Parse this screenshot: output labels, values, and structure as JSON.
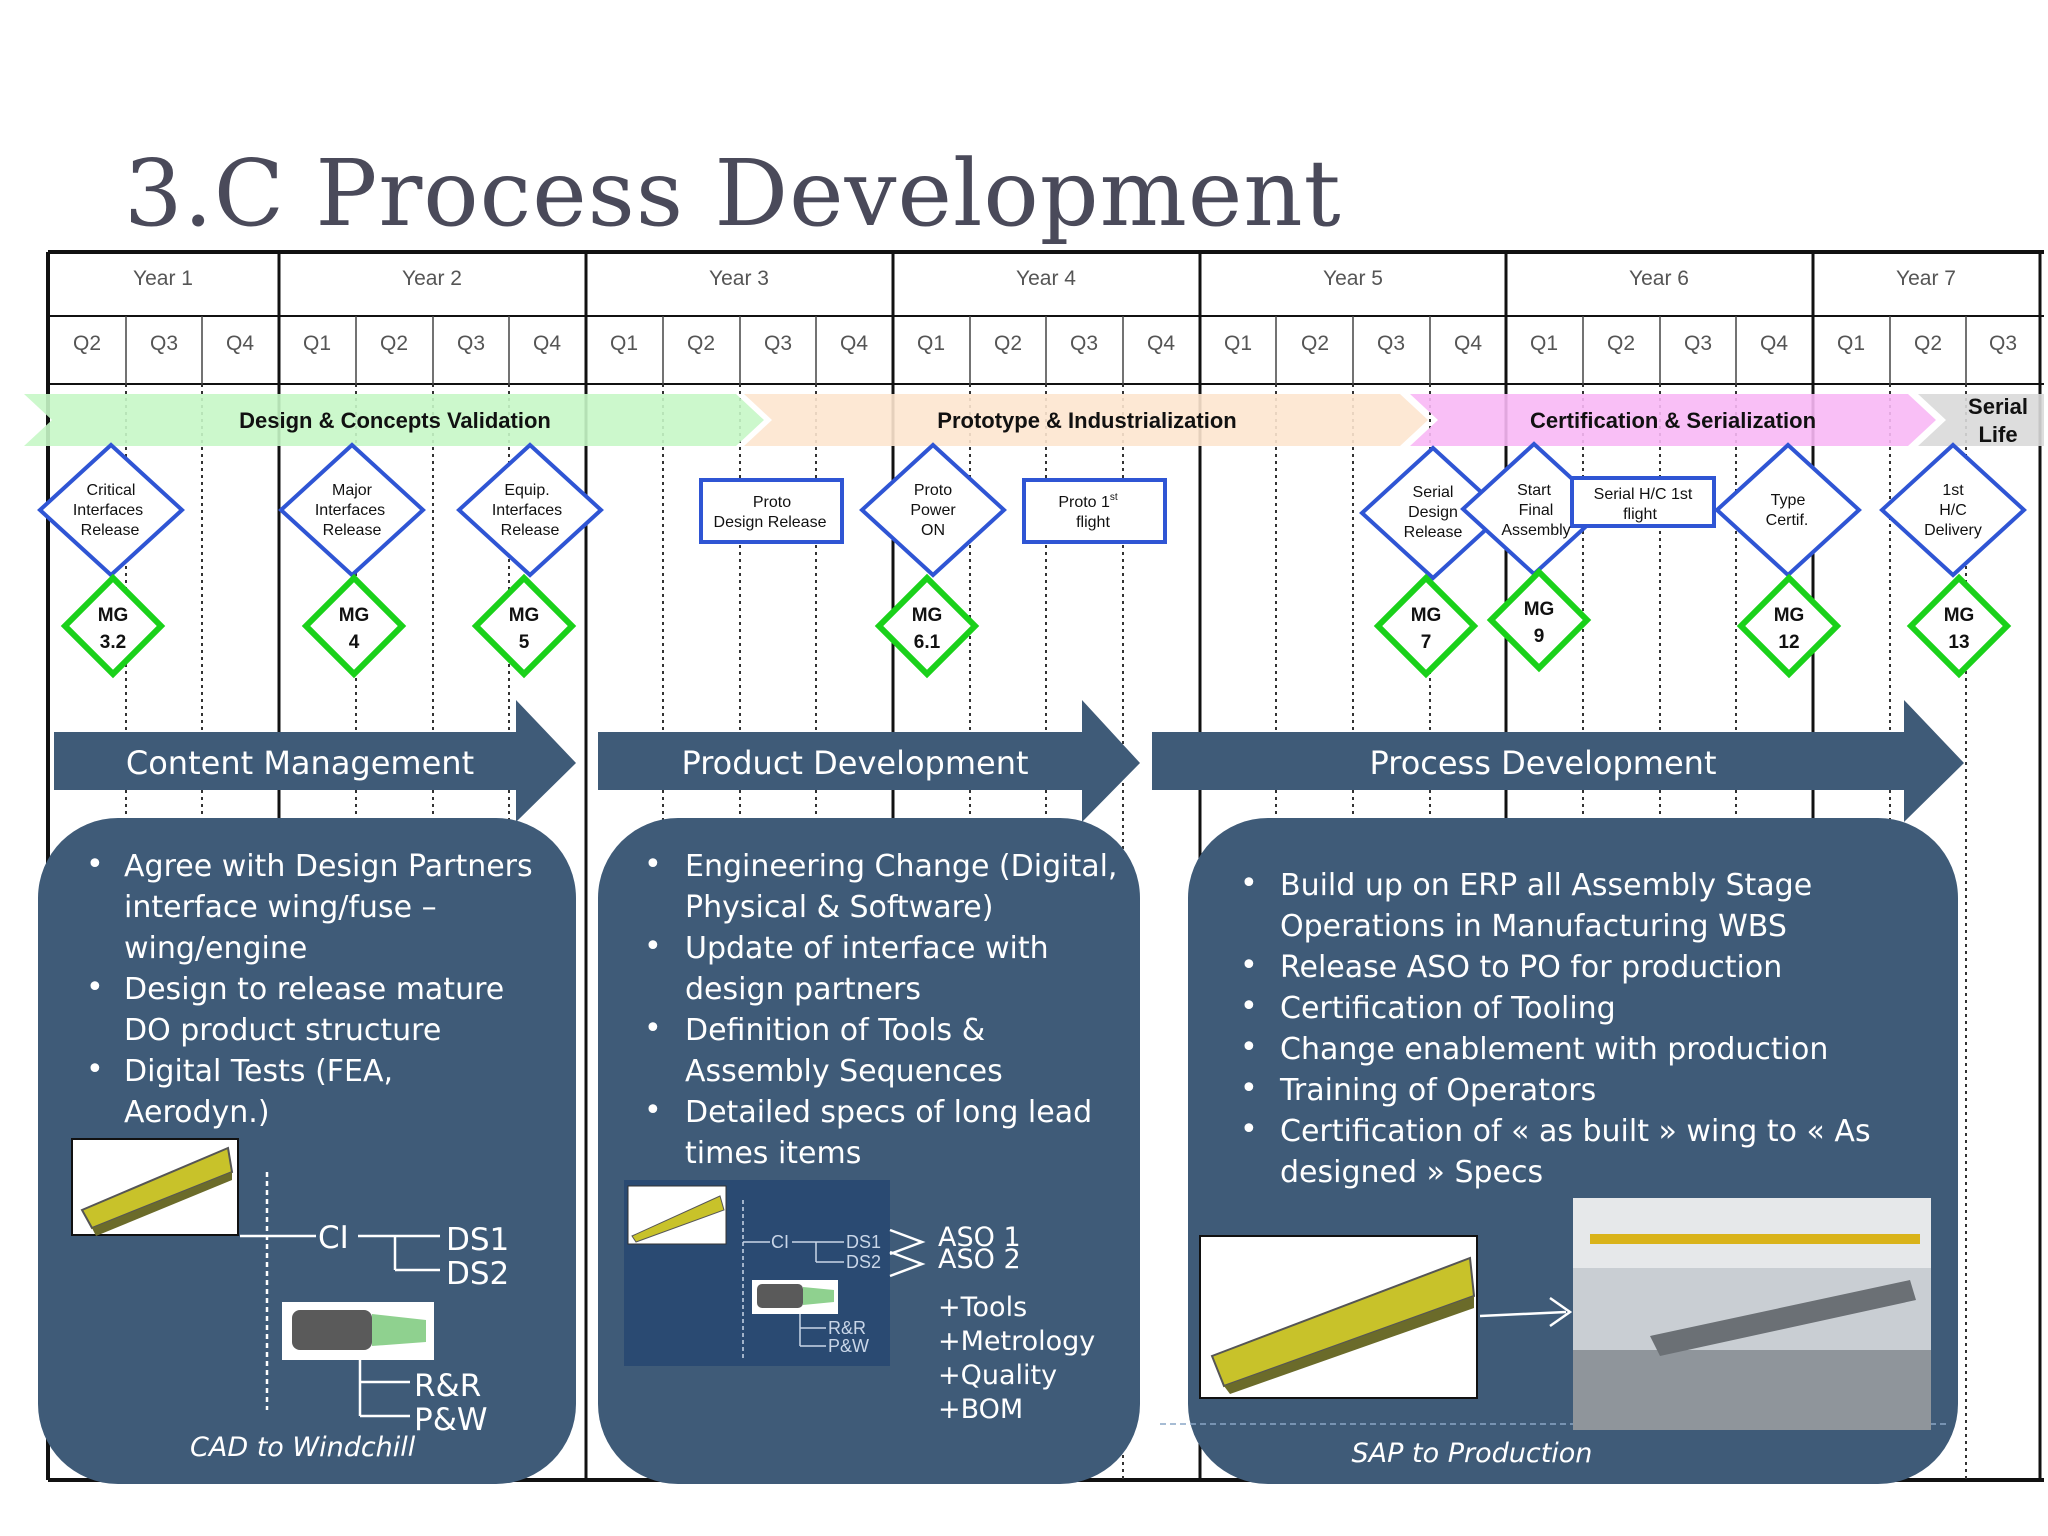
{
  "title": "3.C Process Development",
  "years": [
    "Year 1",
    "Year 2",
    "Year 3",
    "Year 4",
    "Year 5",
    "Year 6",
    "Year 7"
  ],
  "quarters": [
    "Q2",
    "Q3",
    "Q4",
    "Q1",
    "Q2",
    "Q3",
    "Q4",
    "Q1",
    "Q2",
    "Q3",
    "Q4",
    "Q1",
    "Q2",
    "Q3",
    "Q4",
    "Q1",
    "Q2",
    "Q3",
    "Q4",
    "Q1",
    "Q2",
    "Q3",
    "Q4",
    "Q1",
    "Q2",
    "Q3"
  ],
  "phases": {
    "design": "Design & Concepts Validation",
    "prototype": "Prototype & Industrialization",
    "certification": "Certification & Serialization",
    "serial_l1": "Serial",
    "serial_l2": "Life"
  },
  "milestones": {
    "critical": [
      "Critical",
      "Interfaces",
      "Release"
    ],
    "major": [
      "Major",
      "Interfaces",
      "Release"
    ],
    "equip": [
      "Equip.",
      "Interfaces",
      "Release"
    ],
    "proto_design": [
      "Proto",
      "Design Release"
    ],
    "proto_power": [
      "Proto",
      "Power",
      "ON"
    ],
    "proto_flight": [
      "Proto 1",
      "st",
      "flight"
    ],
    "serial_design": [
      "Serial",
      "Design",
      "Release"
    ],
    "start_final": [
      "Start",
      "Final",
      "Assembly"
    ],
    "serial_hc": [
      "Serial H/C 1st",
      "flight"
    ],
    "type_certif": [
      "Type",
      "Certif."
    ],
    "first_hc": [
      "1st",
      "H/C",
      "Delivery"
    ]
  },
  "gates": [
    {
      "l1": "MG",
      "l2": "3.2"
    },
    {
      "l1": "MG",
      "l2": "4"
    },
    {
      "l1": "MG",
      "l2": "5"
    },
    {
      "l1": "MG",
      "l2": "6.1"
    },
    {
      "l1": "MG",
      "l2": "7"
    },
    {
      "l1": "MG",
      "l2": "9"
    },
    {
      "l1": "MG",
      "l2": "12"
    },
    {
      "l1": "MG",
      "l2": "13"
    }
  ],
  "streams": {
    "content": "Content Management",
    "product": "Product Development",
    "process": "Process Development"
  },
  "content_bullets": [
    [
      "Agree with Design Partners",
      "interface wing/fuse –",
      "wing/engine"
    ],
    [
      "Design to release mature",
      "DO product structure"
    ],
    [
      "Digital Tests (FEA,",
      "Aerodyn.)"
    ]
  ],
  "product_bullets": [
    [
      "Engineering Change (Digital,",
      "Physical & Software)"
    ],
    [
      "Update of interface with",
      "design partners"
    ],
    [
      "Definition of Tools &",
      "Assembly Sequences"
    ],
    [
      "Detailed specs of long lead",
      "times items"
    ]
  ],
  "process_bullets": [
    [
      "Build up on ERP all Assembly Stage",
      "Operations in Manufacturing WBS"
    ],
    [
      "Release ASO to PO for production"
    ],
    [
      "Certification of Tooling"
    ],
    [
      "Change enablement with production"
    ],
    [
      "Training of Operators"
    ],
    [
      "Certification of « as built » wing to « As",
      "designed » Specs"
    ]
  ],
  "content_tree": {
    "ci": "CI",
    "ds1": "DS1",
    "ds2": "DS2",
    "rr": "R&R",
    "pw": "P&W",
    "caption": "CAD to Windchill"
  },
  "product_tree": {
    "ci": "CI",
    "ds1": "DS1",
    "ds2": "DS2",
    "rr": "R&R",
    "pw": "P&W",
    "aso1": "ASO 1",
    "aso2": "ASO 2",
    "items": [
      "+Tools",
      "+Metrology",
      "+Quality",
      "+BOM"
    ]
  },
  "process_caption": "SAP to Production",
  "colors": {
    "stream": "#3f5b78",
    "design_phase": "#c6f7c6",
    "prototype_phase": "#fde5cf",
    "cert_phase": "#f8b8f5",
    "serial_phase": "#d9d9d9",
    "milestone_blue": "#2f55d4",
    "gate_green": "#1ad11a"
  }
}
